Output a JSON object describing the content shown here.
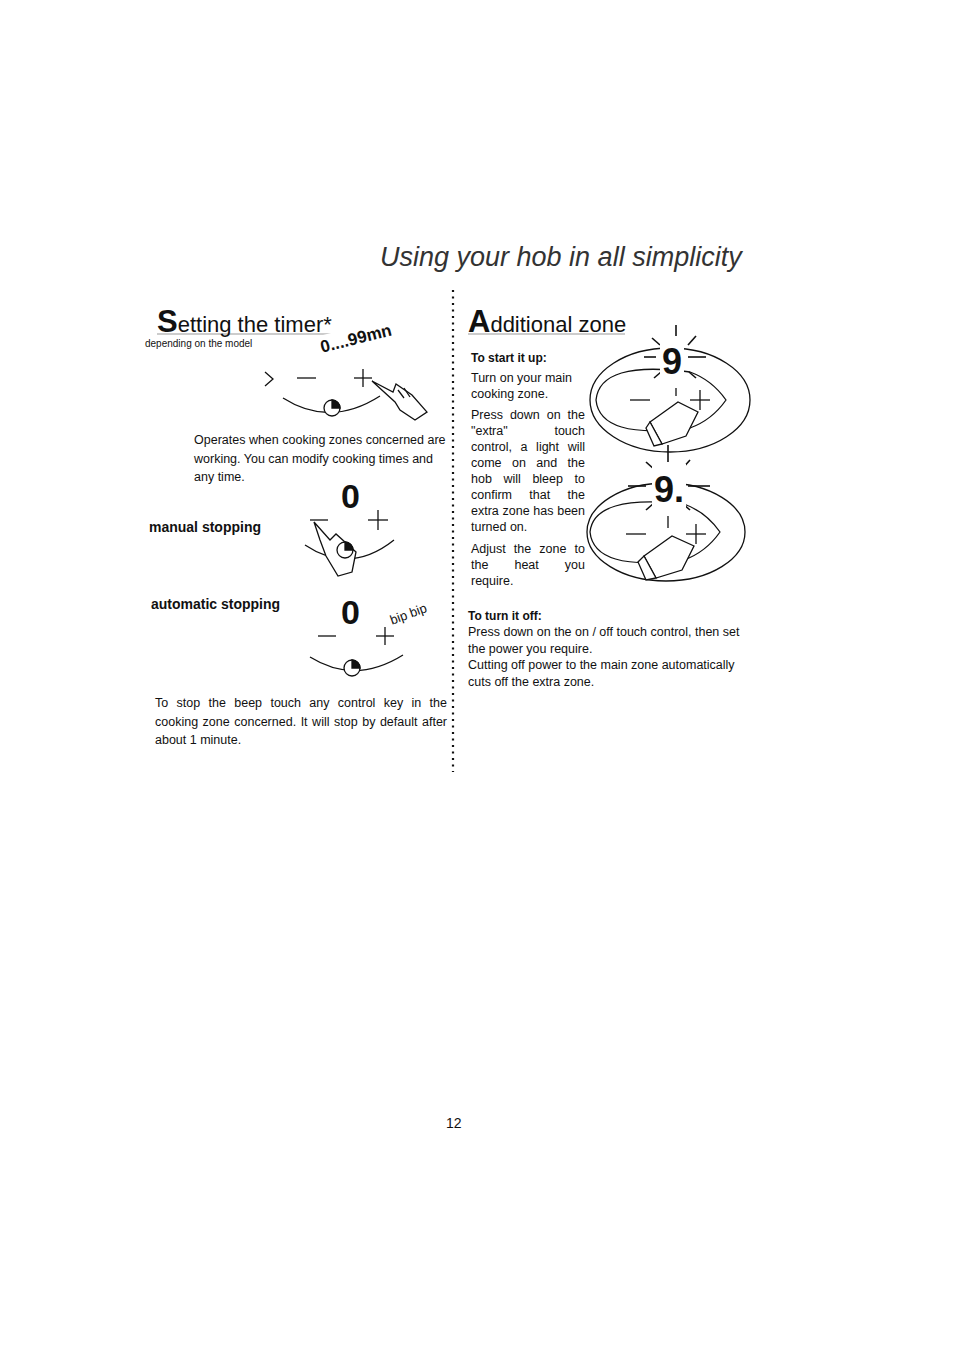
{
  "diagram": {
    "title": "Using your hob in all simplicity",
    "labels": [
      "Setting the timer*",
      "depending on the model",
      "0....99mn",
      "Operates when cooking zones concerned are working. You can modify cooking times and any time.",
      "0",
      "manual stopping",
      "automatic stopping",
      "0",
      "bip bip",
      "To stop the beep touch any control key in the cooking zone concerned. It will stop by default after about 1 minute.",
      "Additional zone",
      "To start it up:",
      "Turn on your main cooking zone.",
      "Press down on the \"extra\" touch control, a light will come on and the hob will bleep to confirm that the extra zone has been turned on.",
      "Adjust the zone to the heat you require.",
      "9",
      "9.",
      "To turn it off:",
      "Press down on the on / off touch control, then set the power you require.",
      "Cutting off power to the main zone automatically cuts off the extra zone.",
      "12"
    ]
  }
}
